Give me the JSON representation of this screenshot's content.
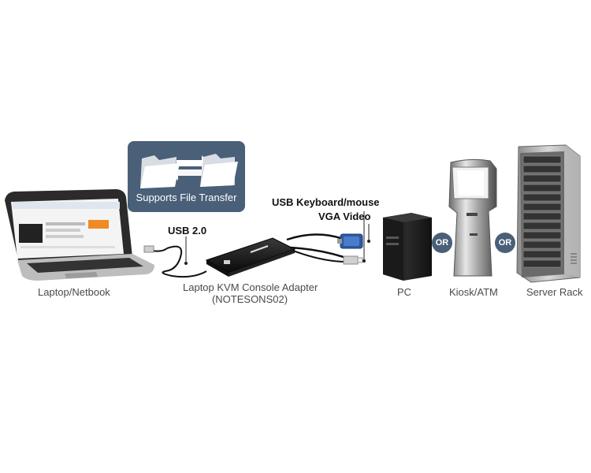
{
  "callout": {
    "text": "Supports File Transfer",
    "color": "#4a5f78",
    "icons": [
      "folder-icon",
      "double-arrow-icon",
      "folder-icon"
    ]
  },
  "devices": {
    "laptop": {
      "label": "Laptop/Netbook"
    },
    "adapter": {
      "label_line1": "Laptop KVM Console Adapter",
      "label_line2": "(NOTESONS02)"
    },
    "pc": {
      "label": "PC"
    },
    "kiosk": {
      "label": "Kiosk/ATM"
    },
    "server": {
      "label": "Server Rack"
    }
  },
  "connections": {
    "usb": "USB 2.0",
    "keyboard_mouse": "USB Keyboard/mouse",
    "vga": "VGA Video"
  },
  "or_badges": [
    "OR",
    "OR"
  ]
}
